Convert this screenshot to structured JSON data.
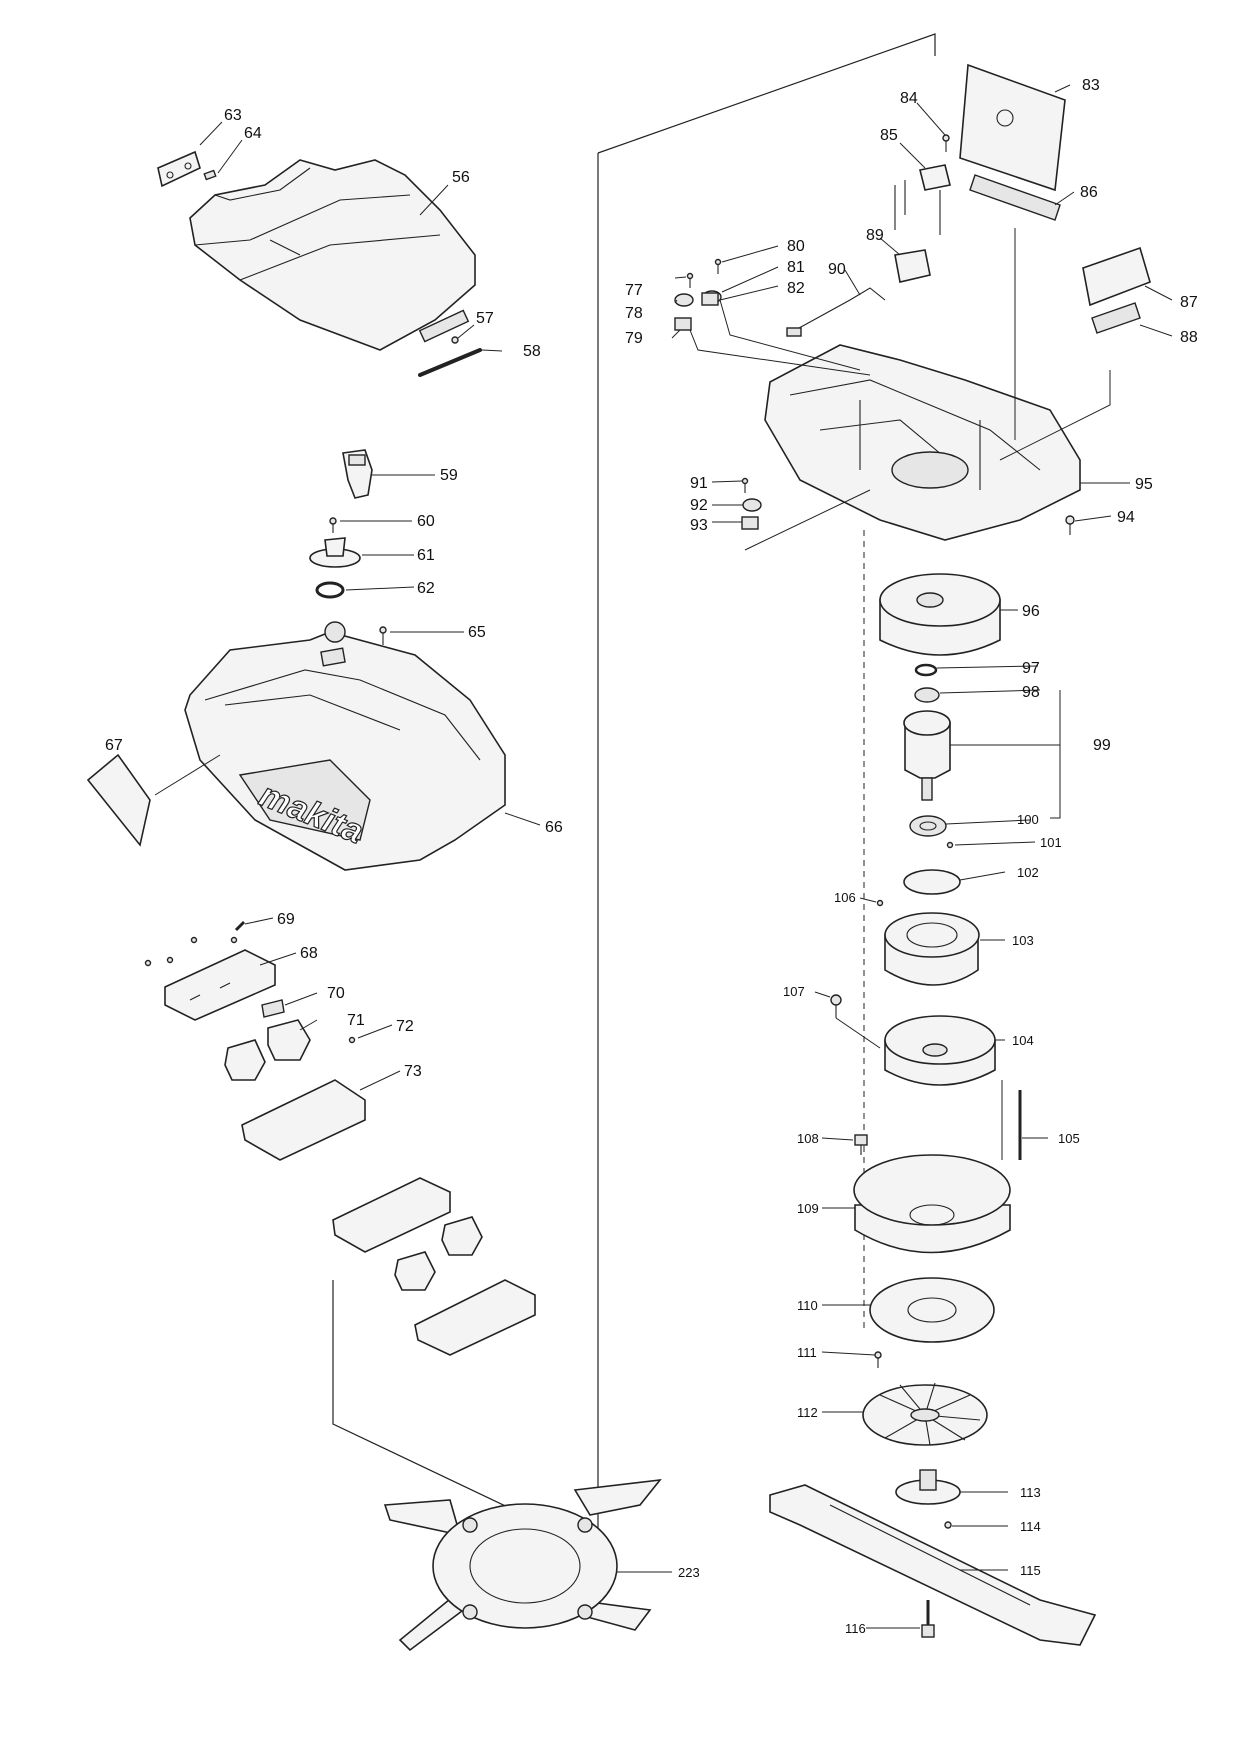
{
  "brand": "makita",
  "labels": {
    "l56": "56",
    "l57": "57",
    "l58": "58",
    "l59": "59",
    "l60": "60",
    "l61": "61",
    "l62": "62",
    "l63": "63",
    "l64": "64",
    "l65": "65",
    "l66": "66",
    "l67": "67",
    "l68": "68",
    "l69": "69",
    "l70": "70",
    "l71": "71",
    "l72": "72",
    "l73": "73",
    "l77": "77",
    "l78": "78",
    "l79": "79",
    "l80": "80",
    "l81": "81",
    "l82": "82",
    "l83": "83",
    "l84": "84",
    "l85": "85",
    "l86": "86",
    "l87": "87",
    "l88": "88",
    "l89": "89",
    "l90": "90",
    "l91": "91",
    "l92": "92",
    "l93": "93",
    "l94": "94",
    "l95": "95",
    "l96": "96",
    "l97": "97",
    "l98": "98",
    "l99": "99",
    "l100": "100",
    "l101": "101",
    "l102": "102",
    "l103": "103",
    "l104": "104",
    "l105": "105",
    "l106": "106",
    "l107": "107",
    "l108": "108",
    "l109": "109",
    "l110": "110",
    "l111": "111",
    "l112": "112",
    "l113": "113",
    "l114": "114",
    "l115": "115",
    "l116": "116",
    "l223": "223"
  }
}
